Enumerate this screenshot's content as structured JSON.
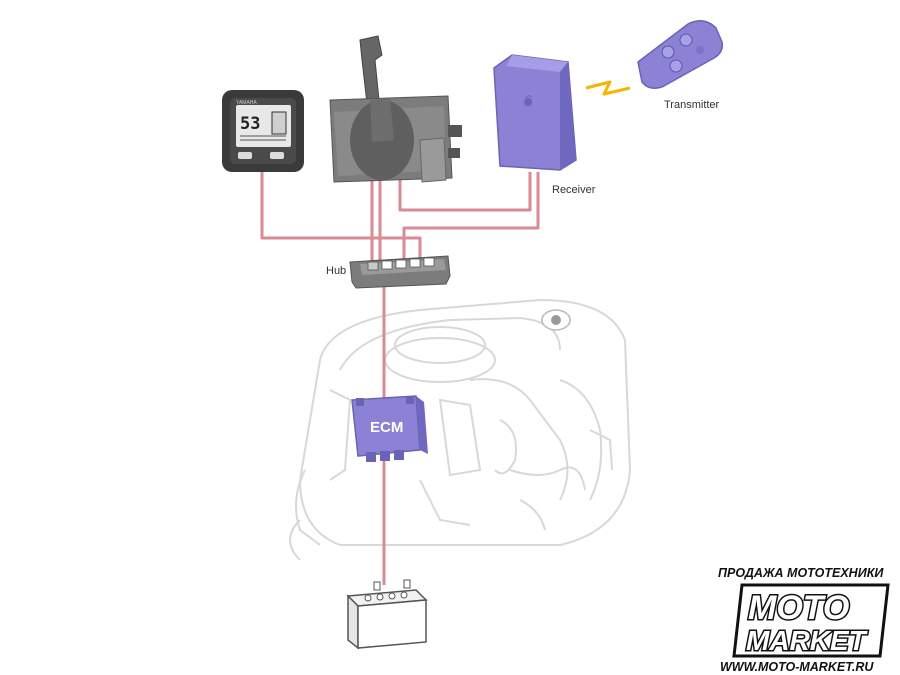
{
  "labels": {
    "hub": "Hub",
    "receiver": "Receiver",
    "transmitter": "Transmitter",
    "ecm": "ECM"
  },
  "display": {
    "reading": "53",
    "brand": "YAMAHA"
  },
  "watermark": {
    "tagline": "ПРОДАЖА МОТОТЕХНИКИ",
    "logo_line1": "MOTO",
    "logo_line2": "MARKET",
    "url": "WWW.MOTO-MARKET.RU"
  },
  "colors": {
    "wire": "#d98a93",
    "device_purple": "#8b82d6",
    "device_dark": "#555555",
    "lightning": "#f5b400",
    "engine_outline": "#d9d9d9"
  }
}
